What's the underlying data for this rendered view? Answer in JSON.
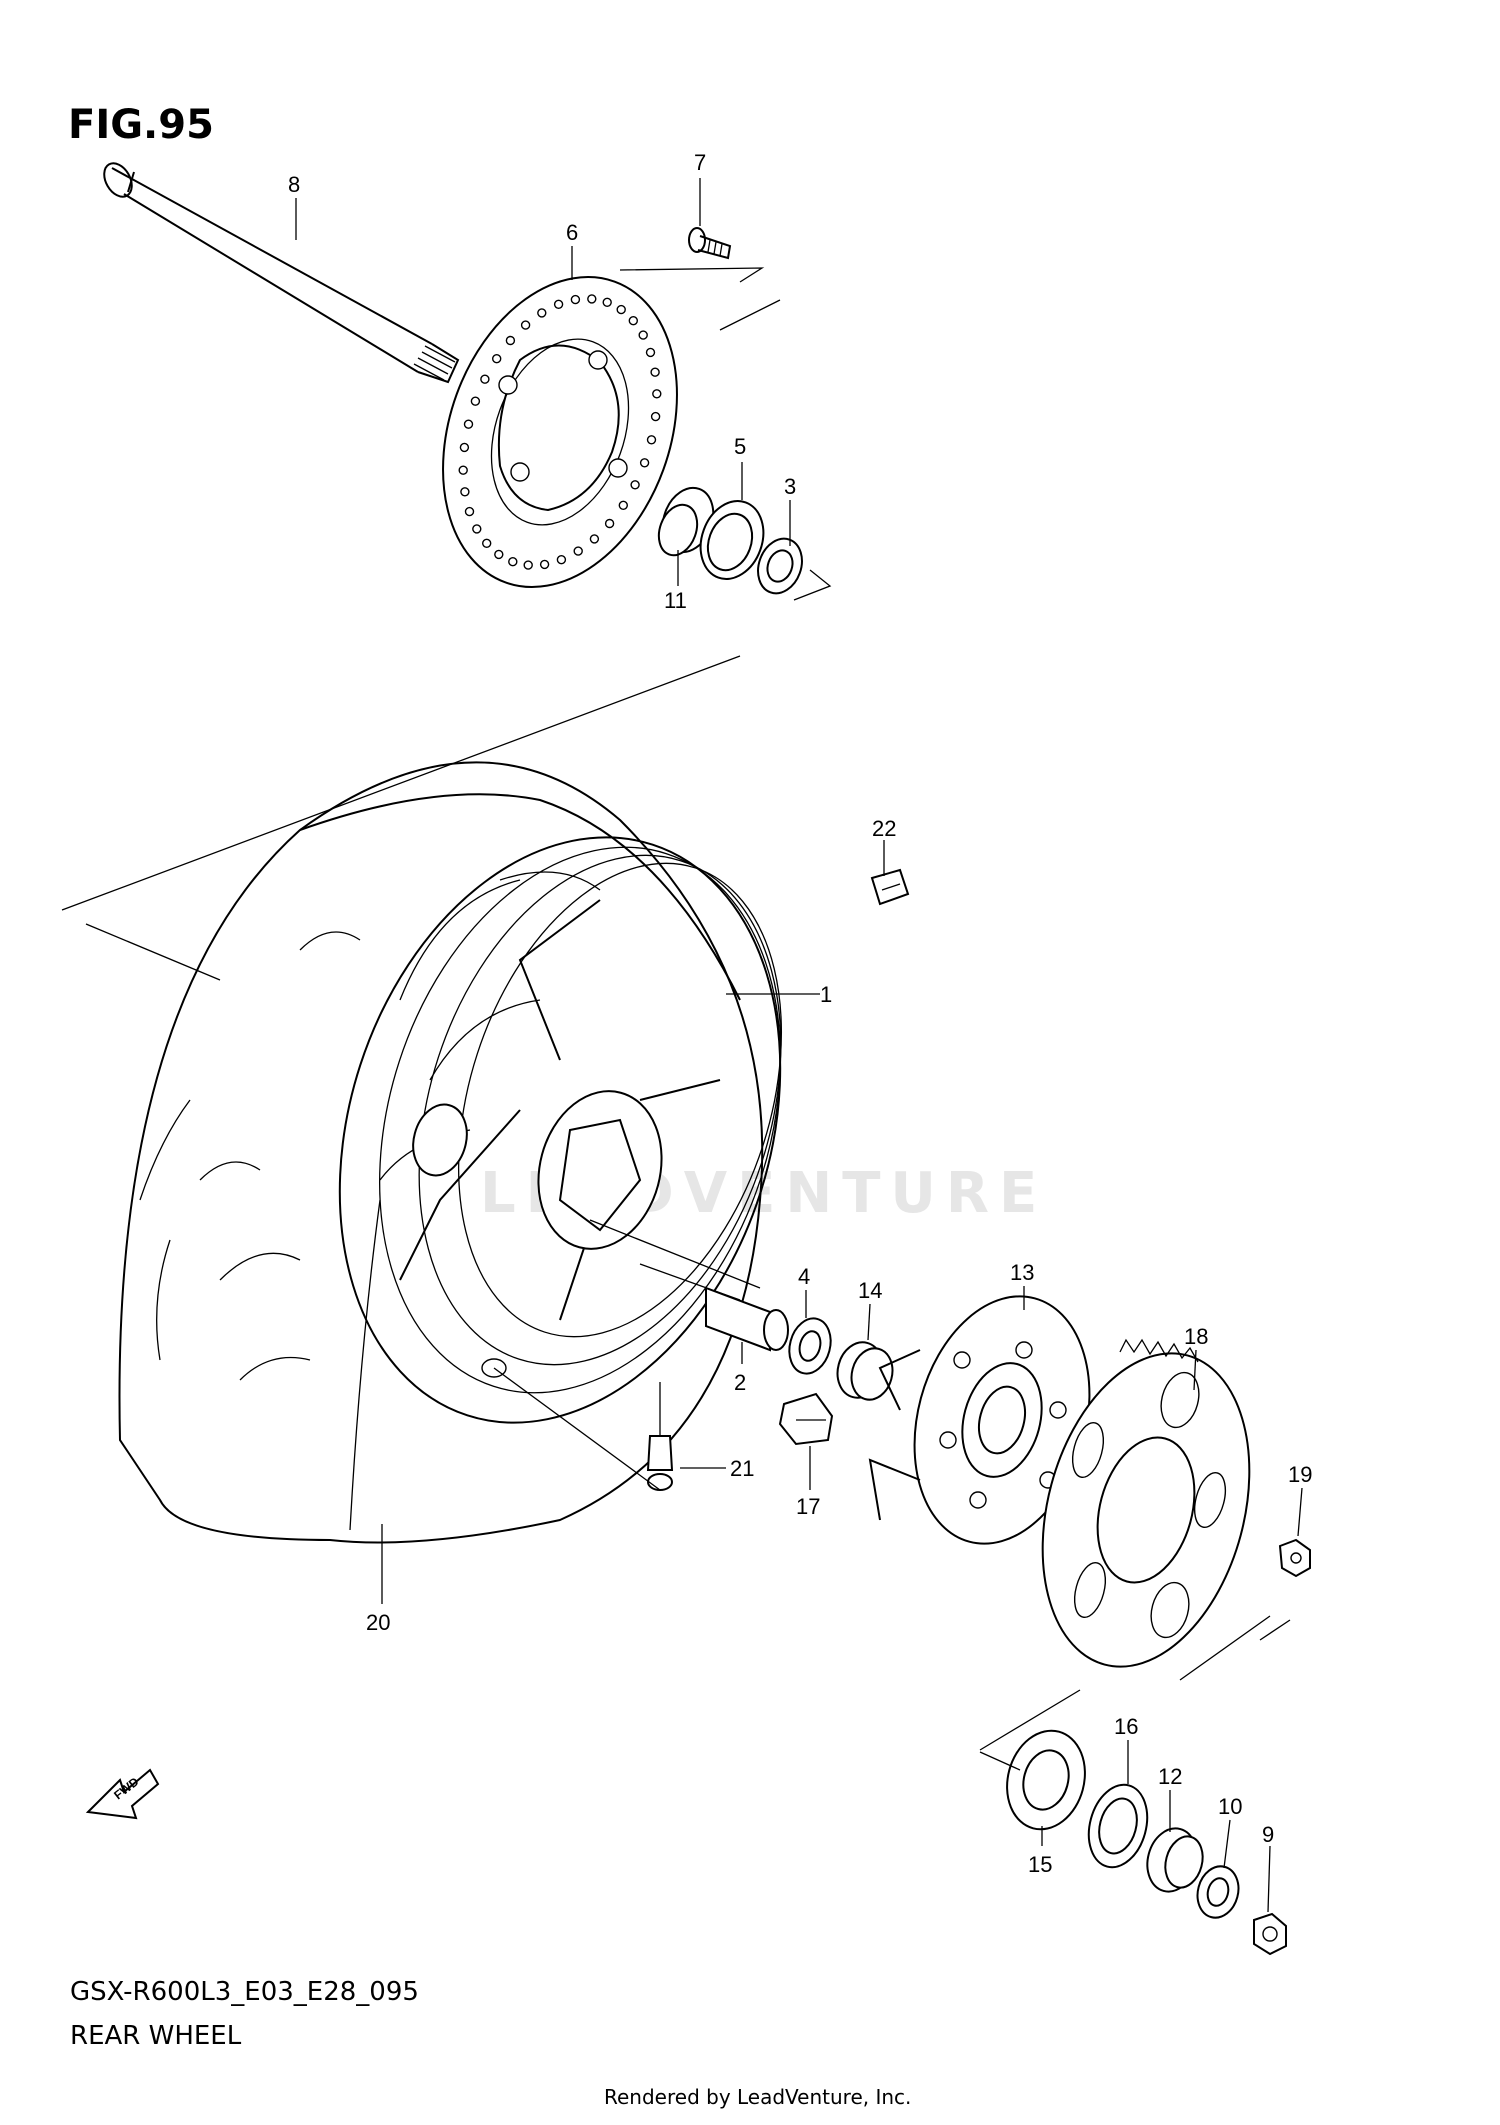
{
  "figure": {
    "title": "FIG.95",
    "model_code": "GSX-R600L3_E03_E28_095",
    "section_name": "REAR WHEEL",
    "render_credit": "Rendered by LeadVenture, Inc.",
    "watermark": "LEADVENTURE",
    "fwd_label": "FWD"
  },
  "callouts": [
    {
      "id": "c1",
      "label": "1"
    },
    {
      "id": "c2",
      "label": "2"
    },
    {
      "id": "c3",
      "label": "3"
    },
    {
      "id": "c4",
      "label": "4"
    },
    {
      "id": "c5",
      "label": "5"
    },
    {
      "id": "c6",
      "label": "6"
    },
    {
      "id": "c7",
      "label": "7"
    },
    {
      "id": "c8",
      "label": "8"
    },
    {
      "id": "c9",
      "label": "9"
    },
    {
      "id": "c10",
      "label": "10"
    },
    {
      "id": "c11",
      "label": "11"
    },
    {
      "id": "c12",
      "label": "12"
    },
    {
      "id": "c13",
      "label": "13"
    },
    {
      "id": "c14",
      "label": "14"
    },
    {
      "id": "c15",
      "label": "15"
    },
    {
      "id": "c16",
      "label": "16"
    },
    {
      "id": "c17",
      "label": "17"
    },
    {
      "id": "c18",
      "label": "18"
    },
    {
      "id": "c19",
      "label": "19"
    },
    {
      "id": "c20",
      "label": "20"
    },
    {
      "id": "c21",
      "label": "21"
    },
    {
      "id": "c22",
      "label": "22"
    }
  ]
}
